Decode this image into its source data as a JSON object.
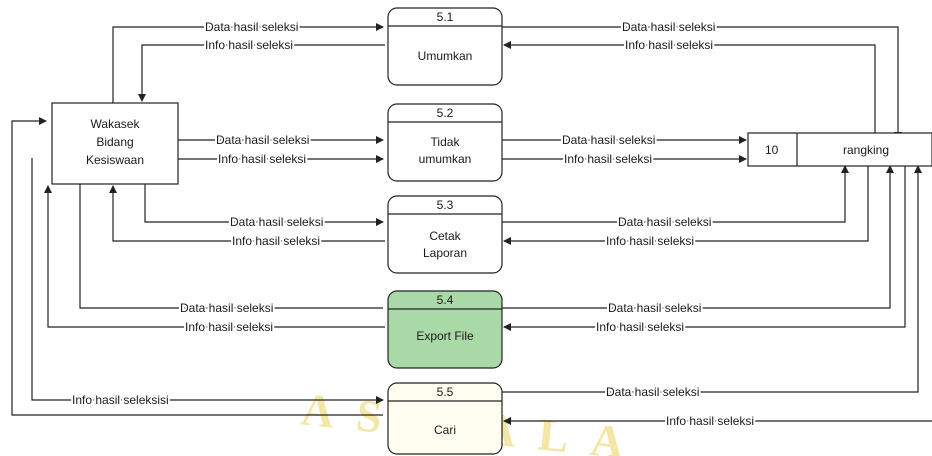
{
  "colors": {
    "line": "#222222",
    "highlight_fill": "#a9d9a7",
    "watermark": "#f3e6a6"
  },
  "external_entity": {
    "lines": [
      "Wakasek",
      "Bidang",
      "Kesiswaan"
    ]
  },
  "data_store": {
    "id": "10",
    "name": "rangking"
  },
  "processes": [
    {
      "id": "5.1",
      "lines": [
        "Umumkan"
      ]
    },
    {
      "id": "5.2",
      "lines": [
        "Tidak",
        "umumkan"
      ]
    },
    {
      "id": "5.3",
      "lines": [
        "Cetak",
        "Laporan"
      ]
    },
    {
      "id": "5.4",
      "lines": [
        "Export File"
      ]
    },
    {
      "id": "5.5",
      "lines": [
        "Cari"
      ]
    }
  ],
  "flows": {
    "p1_in_left": "Data hasil seleksi",
    "p1_out_left": "Info hasil seleksi",
    "p1_in_right": "Data hasil seleksi",
    "p1_out_right": "Info hasil seleksi",
    "p2_in_left": "Data hasil seleksi",
    "p2_out_left": "Info hasil seleksi",
    "p2_out_right_data": "Data hasil seleksi",
    "p2_out_right_info": "Info hasil seleksi",
    "p3_in_left": "Data hasil seleksi",
    "p3_out_left": "Info hasil seleksi",
    "p3_out_right": "Data hasil seleksi",
    "p3_in_right": "Info hasil seleksi",
    "p4_in_left": "Data hasil seleksi",
    "p4_out_left": "Info hasil seleksi",
    "p4_in_right": "Data hasil seleksi",
    "p4_out_right": "Info hasil seleksi",
    "p5_in_left": "Info hasil seleksisi",
    "p5_in_right": "Data hasil seleksi",
    "p5_out_right": "Info hasil seleksi"
  },
  "watermark": {
    "text": "AS PALA"
  }
}
